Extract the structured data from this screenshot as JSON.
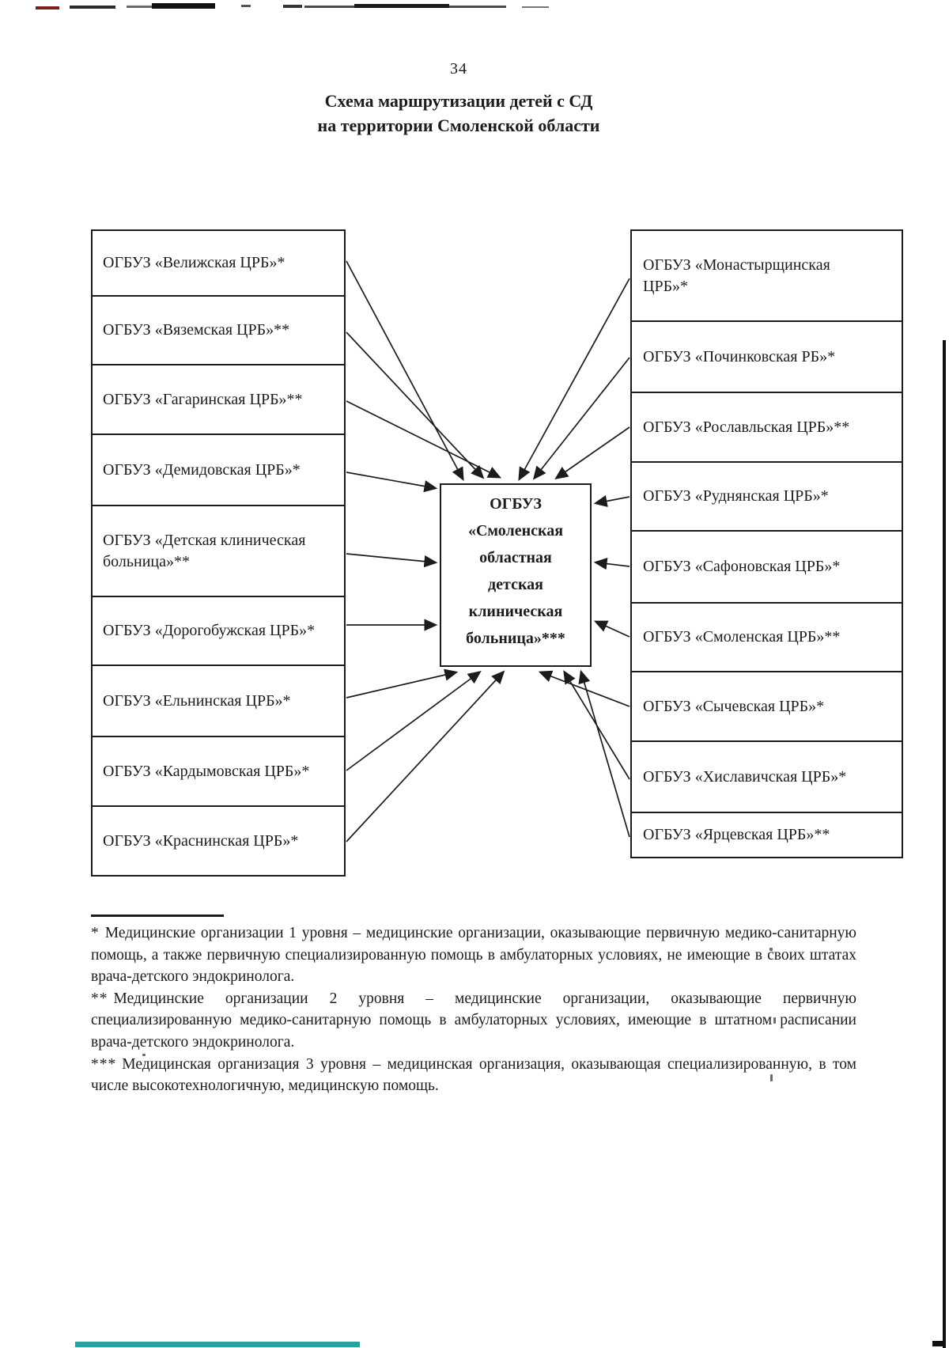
{
  "page": {
    "number": "34"
  },
  "title": {
    "line1": "Схема маршрутизации детей с СД",
    "line2": "на территории Смоленской области"
  },
  "diagram": {
    "left_boxes": [
      "ОГБУЗ «Велижская ЦРБ»*",
      "ОГБУЗ «Вяземская ЦРБ»**",
      "ОГБУЗ «Гагаринская ЦРБ»**",
      "ОГБУЗ «Демидовская ЦРБ»*",
      "ОГБУЗ «Детская клиническая больница»**",
      "ОГБУЗ «Дорогобужская ЦРБ»*",
      "ОГБУЗ «Ельнинская ЦРБ»*",
      "ОГБУЗ «Кардымовская ЦРБ»*",
      "ОГБУЗ «Краснинская ЦРБ»*"
    ],
    "right_boxes": [
      "ОГБУЗ «Монастырщинская ЦРБ»*",
      "ОГБУЗ «Починковская РБ»*",
      "ОГБУЗ «Рославльская ЦРБ»**",
      "ОГБУЗ «Руднянская ЦРБ»*",
      "ОГБУЗ «Сафоновская ЦРБ»*",
      "ОГБУЗ «Смоленская ЦРБ»**",
      "ОГБУЗ «Сычевская ЦРБ»*",
      "ОГБУЗ «Хиславичская ЦРБ»*",
      "ОГБУЗ «Ярцевская ЦРБ»**"
    ],
    "center_label": "ОГБУЗ «Смоленская областная детская клиническая больница»***"
  },
  "footnotes": [
    {
      "marker": "*",
      "text": "Медицинские организации 1 уровня – медицинские организации, оказывающие первичную медико-санитарную помощь, а также первичную специализированную помощь в амбулаторных условиях, не имеющие в своих штатах врача-детского эндокринолога."
    },
    {
      "marker": "**",
      "text": "Медицинские организации 2 уровня – медицинские организации, оказывающие первичную специализированную медико-санитарную помощь в амбулаторных условиях, имеющие в штатном расписании врача-детского эндокринолога."
    },
    {
      "marker": "***",
      "text": "Медицинская организация 3 уровня – медицинская организация, оказывающая специализированную, в том числе высокотехнологичную, медицинскую помощь."
    }
  ],
  "colors": {
    "ink": "#1c1c1c",
    "scan_artifact_teal": "#2aa19e",
    "scan_artifact_red": "#7a1f1f"
  }
}
